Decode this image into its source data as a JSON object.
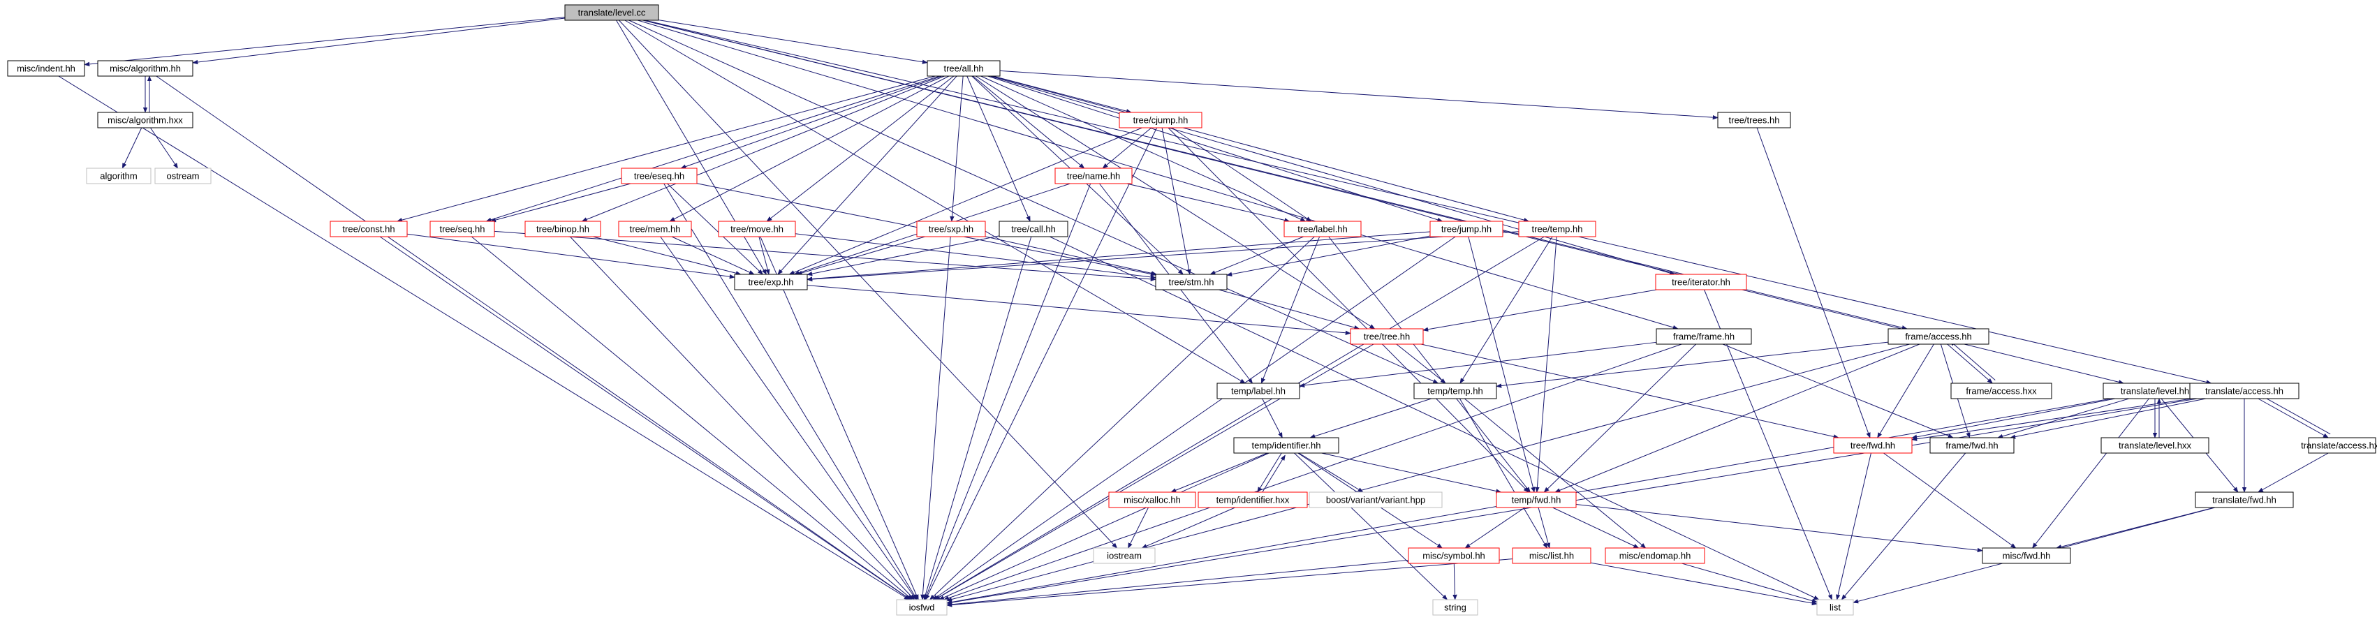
{
  "nodes": [
    {
      "id": "level_cc",
      "label": "translate/level.cc",
      "style": "root"
    },
    {
      "id": "misc_indent_hh",
      "label": "misc/indent.hh",
      "style": "normal"
    },
    {
      "id": "misc_algorithm_hh",
      "label": "misc/algorithm.hh",
      "style": "normal"
    },
    {
      "id": "misc_algorithm_hxx",
      "label": "misc/algorithm.hxx",
      "style": "normal"
    },
    {
      "id": "algorithm",
      "label": "algorithm",
      "style": "system"
    },
    {
      "id": "ostream",
      "label": "ostream",
      "style": "system"
    },
    {
      "id": "tree_all_hh",
      "label": "tree/all.hh",
      "style": "normal"
    },
    {
      "id": "tree_cjump_hh",
      "label": "tree/cjump.hh",
      "style": "red"
    },
    {
      "id": "tree_trees_hh",
      "label": "tree/trees.hh",
      "style": "normal"
    },
    {
      "id": "tree_eseq_hh",
      "label": "tree/eseq.hh",
      "style": "red"
    },
    {
      "id": "tree_name_hh",
      "label": "tree/name.hh",
      "style": "red"
    },
    {
      "id": "tree_const_hh",
      "label": "tree/const.hh",
      "style": "red"
    },
    {
      "id": "tree_seq_hh",
      "label": "tree/seq.hh",
      "style": "red"
    },
    {
      "id": "tree_binop_hh",
      "label": "tree/binop.hh",
      "style": "red"
    },
    {
      "id": "tree_mem_hh",
      "label": "tree/mem.hh",
      "style": "red"
    },
    {
      "id": "tree_move_hh",
      "label": "tree/move.hh",
      "style": "red"
    },
    {
      "id": "tree_sxp_hh",
      "label": "tree/sxp.hh",
      "style": "red"
    },
    {
      "id": "tree_call_hh",
      "label": "tree/call.hh",
      "style": "normal"
    },
    {
      "id": "tree_label_hh",
      "label": "tree/label.hh",
      "style": "red"
    },
    {
      "id": "tree_jump_hh",
      "label": "tree/jump.hh",
      "style": "red"
    },
    {
      "id": "tree_temp_hh",
      "label": "tree/temp.hh",
      "style": "red"
    },
    {
      "id": "tree_exp_hh",
      "label": "tree/exp.hh",
      "style": "normal"
    },
    {
      "id": "tree_stm_hh",
      "label": "tree/stm.hh",
      "style": "normal"
    },
    {
      "id": "tree_iterator_hh",
      "label": "tree/iterator.hh",
      "style": "red"
    },
    {
      "id": "tree_tree_hh",
      "label": "tree/tree.hh",
      "style": "red"
    },
    {
      "id": "frame_frame_hh",
      "label": "frame/frame.hh",
      "style": "normal"
    },
    {
      "id": "frame_access_hh",
      "label": "frame/access.hh",
      "style": "normal"
    },
    {
      "id": "frame_access_hxx",
      "label": "frame/access.hxx",
      "style": "normal"
    },
    {
      "id": "temp_label_hh",
      "label": "temp/label.hh",
      "style": "normal"
    },
    {
      "id": "temp_temp_hh",
      "label": "temp/temp.hh",
      "style": "normal"
    },
    {
      "id": "temp_identifier_hh",
      "label": "temp/identifier.hh",
      "style": "normal"
    },
    {
      "id": "misc_xalloc_hh",
      "label": "misc/xalloc.hh",
      "style": "red"
    },
    {
      "id": "temp_identifier_hxx",
      "label": "temp/identifier.hxx",
      "style": "red"
    },
    {
      "id": "boost_variant",
      "label": "boost/variant/variant.hpp",
      "style": "system"
    },
    {
      "id": "temp_fwd_hh",
      "label": "temp/fwd.hh",
      "style": "red"
    },
    {
      "id": "iostream",
      "label": "iostream",
      "style": "system"
    },
    {
      "id": "misc_symbol_hh",
      "label": "misc/symbol.hh",
      "style": "red"
    },
    {
      "id": "misc_list_hh",
      "label": "misc/list.hh",
      "style": "red"
    },
    {
      "id": "misc_endomap_hh",
      "label": "misc/endomap.hh",
      "style": "red"
    },
    {
      "id": "iosfwd",
      "label": "iosfwd",
      "style": "system"
    },
    {
      "id": "string",
      "label": "string",
      "style": "system"
    },
    {
      "id": "list",
      "label": "list",
      "style": "system"
    },
    {
      "id": "tree_fwd_hh",
      "label": "tree/fwd.hh",
      "style": "red"
    },
    {
      "id": "frame_fwd_hh",
      "label": "frame/fwd.hh",
      "style": "normal"
    },
    {
      "id": "translate_level_hh",
      "label": "translate/level.hh",
      "style": "normal"
    },
    {
      "id": "translate_level_hxx",
      "label": "translate/level.hxx",
      "style": "normal"
    },
    {
      "id": "translate_access_hh",
      "label": "translate/access.hh",
      "style": "normal"
    },
    {
      "id": "translate_access_hxx",
      "label": "translate/access.hxx",
      "style": "normal"
    },
    {
      "id": "translate_fwd_hh",
      "label": "translate/fwd.hh",
      "style": "normal"
    },
    {
      "id": "misc_fwd_hh",
      "label": "misc/fwd.hh",
      "style": "normal"
    }
  ],
  "edges": [
    [
      "level_cc",
      "misc_indent_hh"
    ],
    [
      "level_cc",
      "misc_algorithm_hh"
    ],
    [
      "level_cc",
      "tree_all_hh"
    ],
    [
      "level_cc",
      "frame_access_hh"
    ],
    [
      "level_cc",
      "translate_level_hh"
    ],
    [
      "level_cc",
      "translate_access_hh"
    ],
    [
      "level_cc",
      "frame_frame_hh"
    ],
    [
      "level_cc",
      "temp_temp_hh"
    ],
    [
      "level_cc",
      "temp_label_hh"
    ],
    [
      "level_cc",
      "iostream"
    ],
    [
      "level_cc",
      "tree_exp_hh"
    ],
    [
      "misc_indent_hh",
      "iosfwd"
    ],
    [
      "misc_algorithm_hh",
      "misc_algorithm_hxx"
    ],
    [
      "misc_algorithm_hxx",
      "misc_algorithm_hh"
    ],
    [
      "misc_algorithm_hh",
      "iosfwd"
    ],
    [
      "misc_algorithm_hxx",
      "algorithm"
    ],
    [
      "misc_algorithm_hxx",
      "ostream"
    ],
    [
      "tree_all_hh",
      "tree_cjump_hh"
    ],
    [
      "tree_all_hh",
      "tree_trees_hh"
    ],
    [
      "tree_all_hh",
      "tree_eseq_hh"
    ],
    [
      "tree_all_hh",
      "tree_name_hh"
    ],
    [
      "tree_all_hh",
      "tree_const_hh"
    ],
    [
      "tree_all_hh",
      "tree_seq_hh"
    ],
    [
      "tree_all_hh",
      "tree_binop_hh"
    ],
    [
      "tree_all_hh",
      "tree_mem_hh"
    ],
    [
      "tree_all_hh",
      "tree_move_hh"
    ],
    [
      "tree_all_hh",
      "tree_sxp_hh"
    ],
    [
      "tree_all_hh",
      "tree_call_hh"
    ],
    [
      "tree_all_hh",
      "tree_label_hh"
    ],
    [
      "tree_all_hh",
      "tree_jump_hh"
    ],
    [
      "tree_all_hh",
      "tree_temp_hh"
    ],
    [
      "tree_all_hh",
      "tree_iterator_hh"
    ],
    [
      "tree_all_hh",
      "tree_exp_hh"
    ],
    [
      "tree_all_hh",
      "tree_stm_hh"
    ],
    [
      "tree_all_hh",
      "tree_tree_hh"
    ],
    [
      "tree_cjump_hh",
      "tree_name_hh"
    ],
    [
      "tree_cjump_hh",
      "tree_label_hh"
    ],
    [
      "tree_cjump_hh",
      "tree_stm_hh"
    ],
    [
      "tree_cjump_hh",
      "tree_exp_hh"
    ],
    [
      "tree_cjump_hh",
      "temp_fwd_hh"
    ],
    [
      "tree_cjump_hh",
      "iosfwd"
    ],
    [
      "tree_trees_hh",
      "tree_fwd_hh"
    ],
    [
      "tree_eseq_hh",
      "tree_seq_hh"
    ],
    [
      "tree_eseq_hh",
      "tree_exp_hh"
    ],
    [
      "tree_eseq_hh",
      "tree_stm_hh"
    ],
    [
      "tree_eseq_hh",
      "iosfwd"
    ],
    [
      "tree_name_hh",
      "tree_label_hh"
    ],
    [
      "tree_name_hh",
      "tree_exp_hh"
    ],
    [
      "tree_name_hh",
      "temp_label_hh"
    ],
    [
      "tree_name_hh",
      "iosfwd"
    ],
    [
      "tree_const_hh",
      "tree_exp_hh"
    ],
    [
      "tree_const_hh",
      "iosfwd"
    ],
    [
      "tree_seq_hh",
      "tree_stm_hh"
    ],
    [
      "tree_seq_hh",
      "iosfwd"
    ],
    [
      "tree_binop_hh",
      "tree_exp_hh"
    ],
    [
      "tree_binop_hh",
      "iosfwd"
    ],
    [
      "tree_mem_hh",
      "tree_exp_hh"
    ],
    [
      "tree_mem_hh",
      "iosfwd"
    ],
    [
      "tree_move_hh",
      "tree_exp_hh"
    ],
    [
      "tree_move_hh",
      "tree_stm_hh"
    ],
    [
      "tree_move_hh",
      "iosfwd"
    ],
    [
      "tree_sxp_hh",
      "tree_exp_hh"
    ],
    [
      "tree_sxp_hh",
      "tree_stm_hh"
    ],
    [
      "tree_sxp_hh",
      "iosfwd"
    ],
    [
      "tree_call_hh",
      "tree_exp_hh"
    ],
    [
      "tree_call_hh",
      "iosfwd"
    ],
    [
      "tree_call_hh",
      "list"
    ],
    [
      "tree_label_hh",
      "tree_stm_hh"
    ],
    [
      "tree_label_hh",
      "temp_label_hh"
    ],
    [
      "tree_label_hh",
      "temp_fwd_hh"
    ],
    [
      "tree_label_hh",
      "iosfwd"
    ],
    [
      "tree_jump_hh",
      "tree_exp_hh"
    ],
    [
      "tree_jump_hh",
      "tree_stm_hh"
    ],
    [
      "tree_jump_hh",
      "temp_fwd_hh"
    ],
    [
      "tree_jump_hh",
      "iosfwd"
    ],
    [
      "tree_temp_hh",
      "tree_exp_hh"
    ],
    [
      "tree_temp_hh",
      "temp_temp_hh"
    ],
    [
      "tree_temp_hh",
      "temp_fwd_hh"
    ],
    [
      "tree_temp_hh",
      "iosfwd"
    ],
    [
      "tree_iterator_hh",
      "tree_tree_hh"
    ],
    [
      "tree_iterator_hh",
      "list"
    ],
    [
      "tree_exp_hh",
      "tree_tree_hh"
    ],
    [
      "tree_stm_hh",
      "tree_tree_hh"
    ],
    [
      "tree_tree_hh",
      "temp_temp_hh"
    ],
    [
      "tree_tree_hh",
      "tree_fwd_hh"
    ],
    [
      "tree_tree_hh",
      "iosfwd"
    ],
    [
      "frame_frame_hh",
      "temp_label_hh"
    ],
    [
      "frame_frame_hh",
      "temp_fwd_hh"
    ],
    [
      "frame_frame_hh",
      "frame_fwd_hh"
    ],
    [
      "frame_frame_hh",
      "iosfwd"
    ],
    [
      "frame_access_hh",
      "frame_access_hxx"
    ],
    [
      "frame_access_hxx",
      "frame_access_hh"
    ],
    [
      "frame_access_hh",
      "temp_temp_hh"
    ],
    [
      "frame_access_hh",
      "temp_fwd_hh"
    ],
    [
      "frame_access_hh",
      "tree_fwd_hh"
    ],
    [
      "frame_access_hh",
      "frame_fwd_hh"
    ],
    [
      "frame_access_hh",
      "iosfwd"
    ],
    [
      "temp_label_hh",
      "temp_identifier_hh"
    ],
    [
      "temp_temp_hh",
      "temp_identifier_hh"
    ],
    [
      "temp_temp_hh",
      "misc_endomap_hh"
    ],
    [
      "temp_temp_hh",
      "misc_list_hh"
    ],
    [
      "temp_identifier_hh",
      "misc_xalloc_hh"
    ],
    [
      "temp_identifier_hh",
      "temp_identifier_hxx"
    ],
    [
      "temp_identifier_hxx",
      "temp_identifier_hh"
    ],
    [
      "temp_identifier_hh",
      "boost_variant"
    ],
    [
      "temp_identifier_hh",
      "temp_fwd_hh"
    ],
    [
      "temp_identifier_hh",
      "misc_symbol_hh"
    ],
    [
      "temp_identifier_hh",
      "iosfwd"
    ],
    [
      "temp_identifier_hh",
      "string"
    ],
    [
      "misc_xalloc_hh",
      "iostream"
    ],
    [
      "temp_identifier_hxx",
      "iostream"
    ],
    [
      "temp_fwd_hh",
      "misc_symbol_hh"
    ],
    [
      "temp_fwd_hh",
      "misc_list_hh"
    ],
    [
      "temp_fwd_hh",
      "misc_endomap_hh"
    ],
    [
      "temp_fwd_hh",
      "misc_fwd_hh"
    ],
    [
      "misc_symbol_hh",
      "iosfwd"
    ],
    [
      "misc_symbol_hh",
      "string"
    ],
    [
      "misc_list_hh",
      "iosfwd"
    ],
    [
      "misc_list_hh",
      "list"
    ],
    [
      "misc_endomap_hh",
      "list"
    ],
    [
      "tree_fwd_hh",
      "misc_fwd_hh"
    ],
    [
      "tree_fwd_hh",
      "list"
    ],
    [
      "frame_fwd_hh",
      "list"
    ],
    [
      "translate_level_hh",
      "translate_level_hxx"
    ],
    [
      "translate_level_hxx",
      "translate_level_hh"
    ],
    [
      "translate_level_hh",
      "tree_fwd_hh"
    ],
    [
      "translate_level_hh",
      "frame_fwd_hh"
    ],
    [
      "translate_level_hh",
      "translate_fwd_hh"
    ],
    [
      "translate_level_hh",
      "misc_fwd_hh"
    ],
    [
      "translate_level_hh",
      "iosfwd"
    ],
    [
      "translate_access_hh",
      "translate_access_hxx"
    ],
    [
      "translate_access_hxx",
      "translate_access_hh"
    ],
    [
      "translate_access_hh",
      "tree_fwd_hh"
    ],
    [
      "translate_access_hh",
      "frame_fwd_hh"
    ],
    [
      "translate_access_hh",
      "translate_fwd_hh"
    ],
    [
      "translate_access_hh",
      "iosfwd"
    ],
    [
      "translate_access_hxx",
      "translate_fwd_hh"
    ],
    [
      "translate_fwd_hh",
      "misc_fwd_hh"
    ],
    [
      "translate_fwd_hh",
      "list"
    ]
  ],
  "colors": {
    "edge": "#191970",
    "normal_border": "#000000",
    "red_border": "#ff0000",
    "system_border": "#bfbfbf",
    "root_fill": "#bfbfbf",
    "fill": "#ffffff"
  }
}
